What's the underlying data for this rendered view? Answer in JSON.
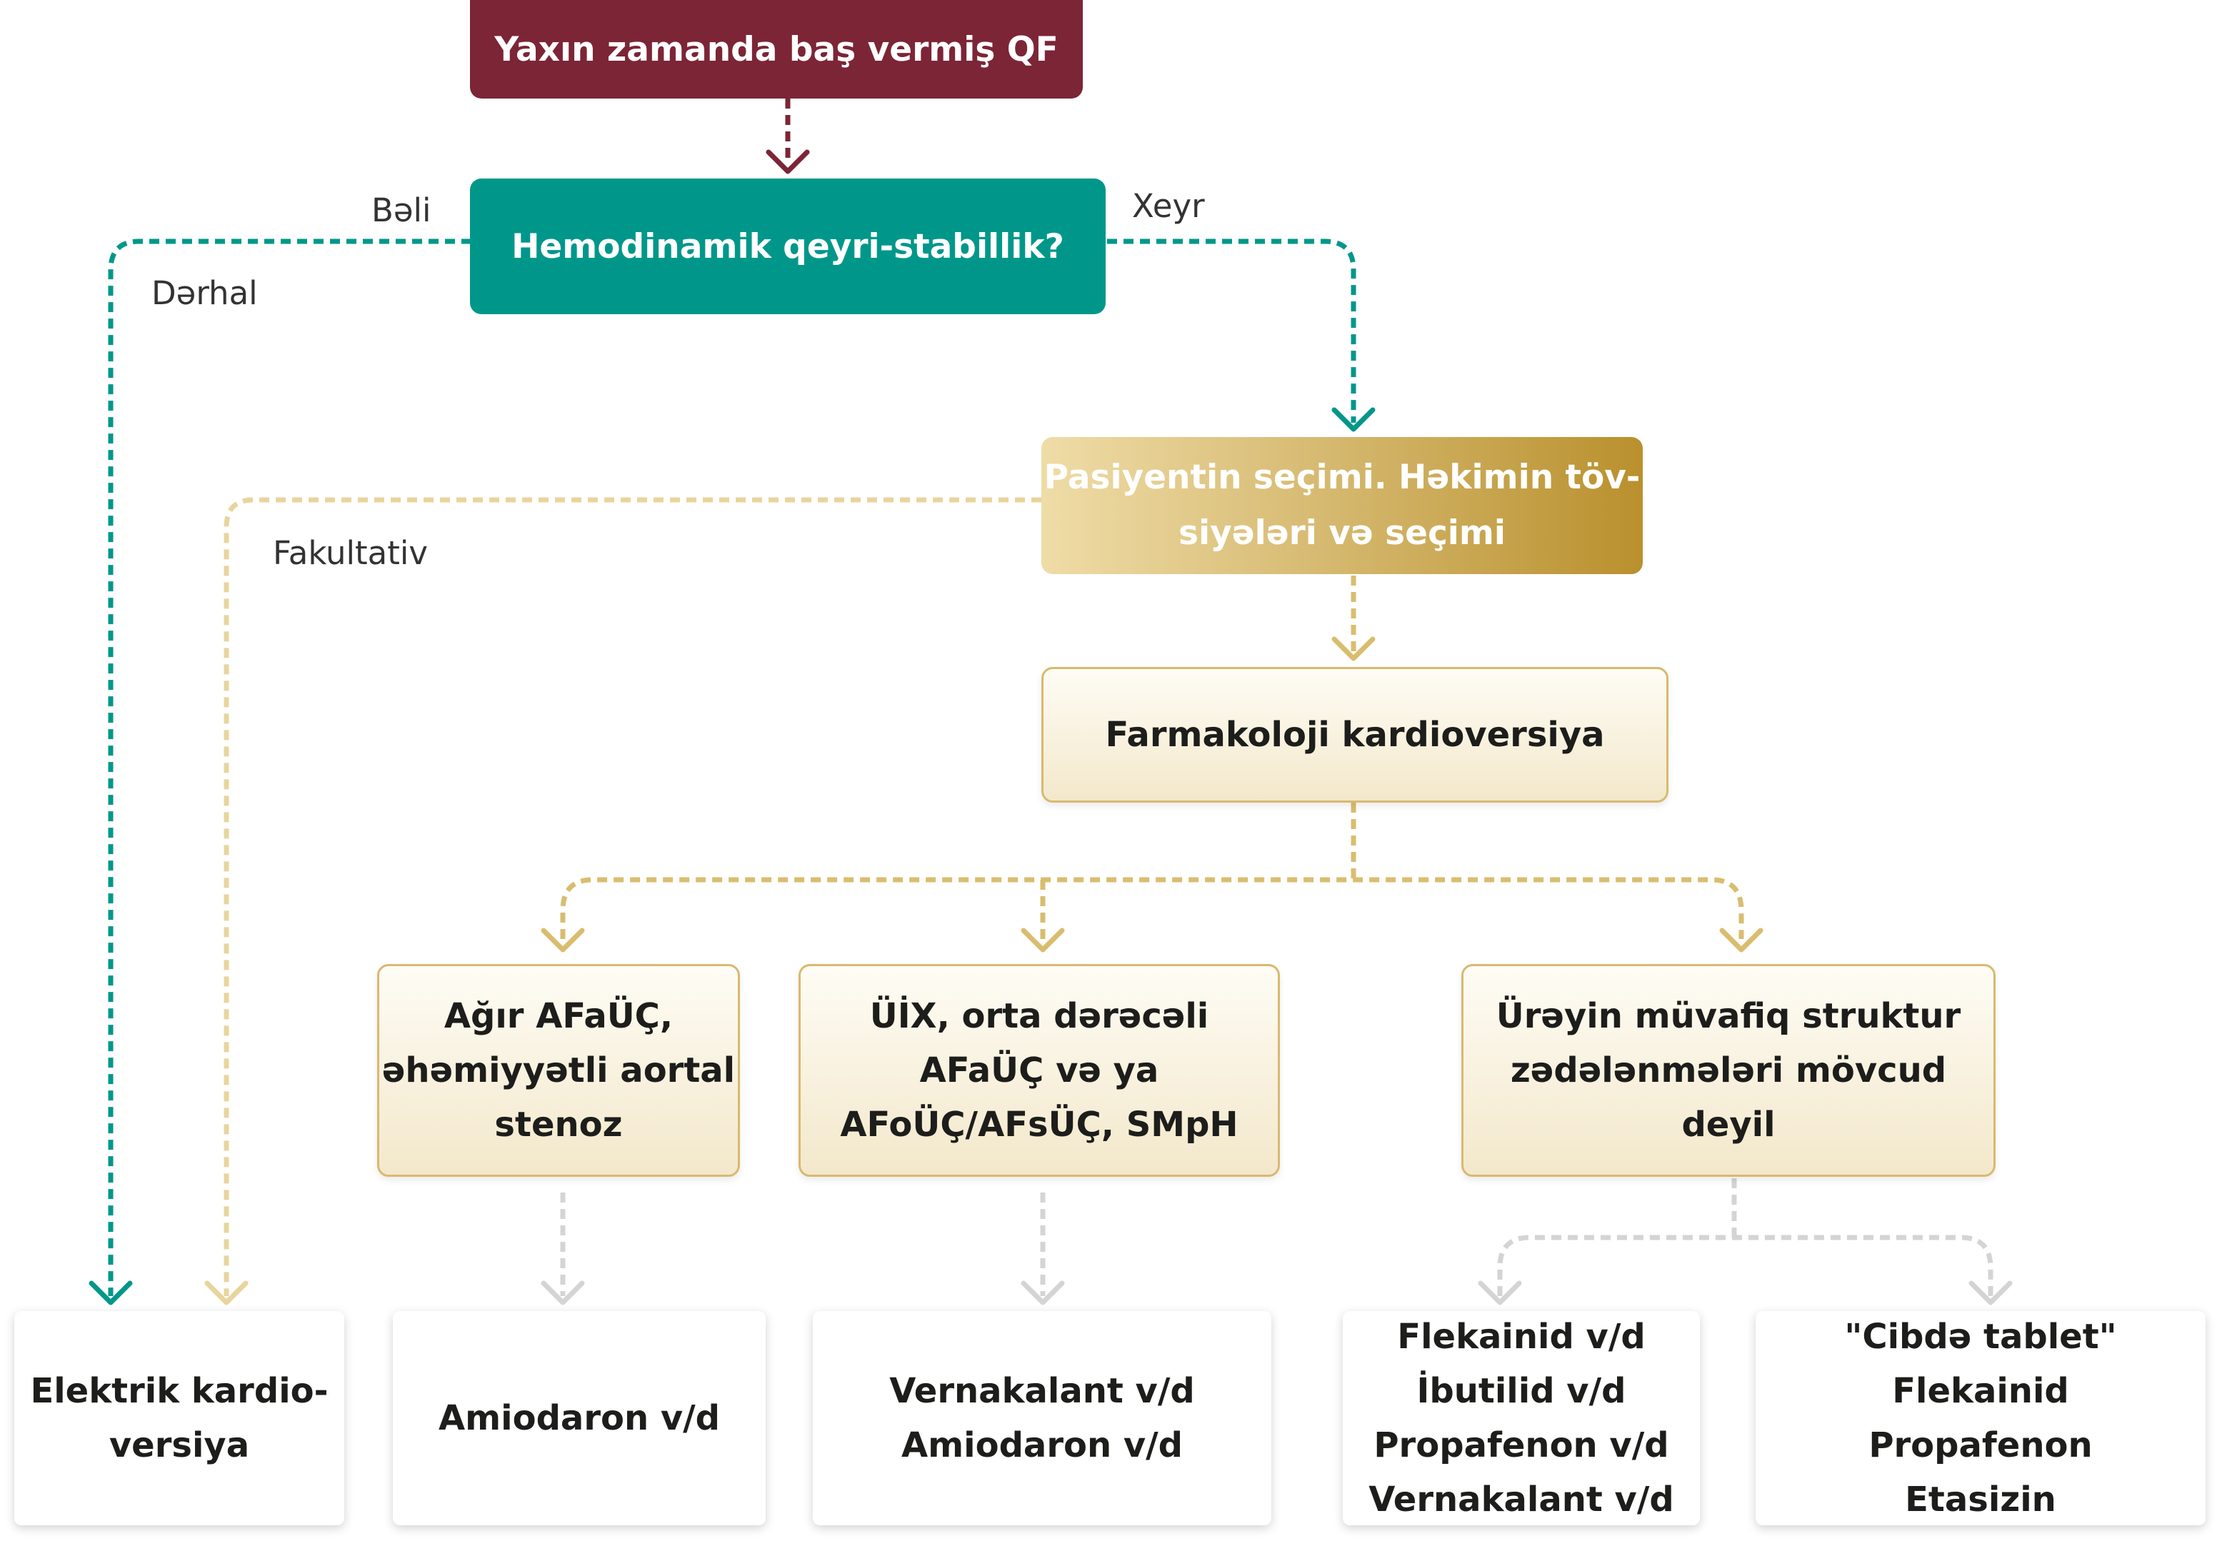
{
  "colors": {
    "maroon": "#7c2536",
    "teal": "#00978a",
    "gold": "#d9bd6f",
    "gray_arrow": "#d4d4d4"
  },
  "nodes": {
    "start": "Yaxın zamanda baş vermiş QF",
    "decision": "Hemodinamik qeyri-stabillik?",
    "patient_choice": [
      "Pasiyentin seçimi. Həkimin töv-",
      "siyələri və seçimi"
    ],
    "pharmacological": "Farmakoloji kardioversiya",
    "condition_severe": [
      "Ağır AFaÜÇ,",
      "əhəmiyyətli aortal",
      "stenoz"
    ],
    "condition_moderate": [
      "ÜİX, orta dərəcəli",
      "AFaÜÇ və ya",
      "AFoÜÇ/AFsÜÇ, SMpH"
    ],
    "condition_none": [
      "Ürəyin müvafiq struktur",
      "zədələnmələri mövcud",
      "deyil"
    ],
    "out_electric": [
      "Elektrik kardio-",
      "versiya"
    ],
    "out_amiodarone": [
      "Amiodaron v/d"
    ],
    "out_vernakalant": [
      "Vernakalant v/d",
      "Amiodaron v/d"
    ],
    "out_flecainide": [
      "Flekainid v/d",
      "İbutilid v/d",
      "Propafenon v/d",
      "Vernakalant v/d"
    ],
    "out_pill": [
      "\"Cibdə tablet\"",
      "Flekainid",
      "Propafenon",
      "Etasizin"
    ]
  },
  "edge_labels": {
    "yes": "Bəli",
    "no": "Xeyr",
    "immediate": "Dərhal",
    "optional": "Fakultativ"
  }
}
